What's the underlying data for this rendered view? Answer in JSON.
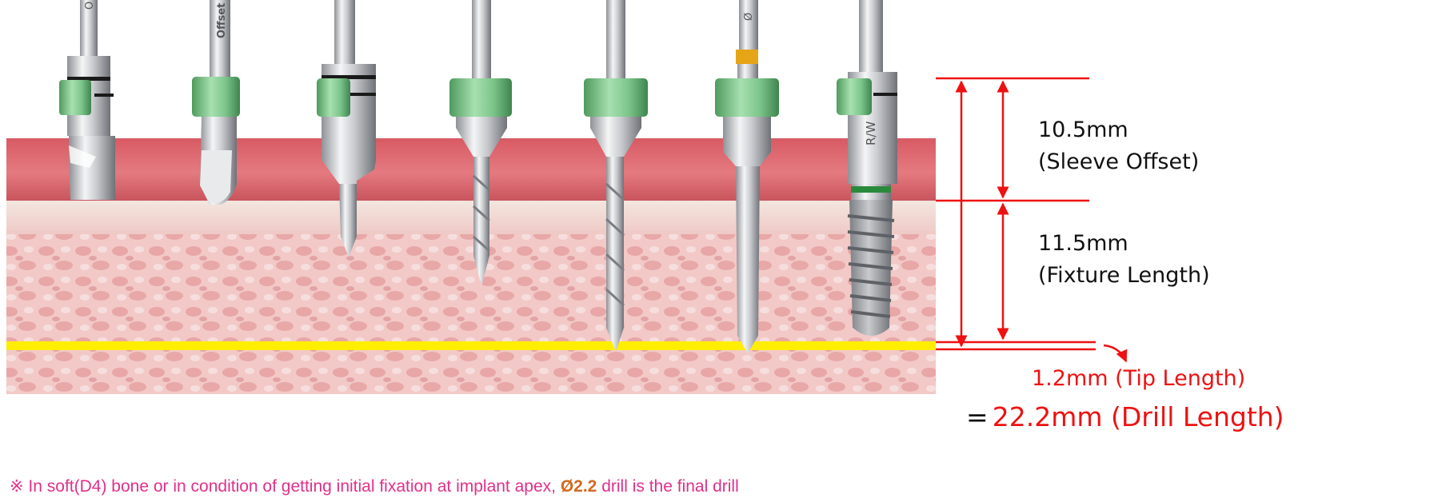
{
  "instruments": [
    {
      "name": "tissue-punch",
      "engraving": "O"
    },
    {
      "name": "offset-mill",
      "engraving": "Offset"
    },
    {
      "name": "initial-drill",
      "engraving": ""
    },
    {
      "name": "twist-drill-1",
      "engraving": ""
    },
    {
      "name": "twist-drill-2",
      "engraving": ""
    },
    {
      "name": "final-drill",
      "engraving": "Ø"
    },
    {
      "name": "implant-driver",
      "engraving": "R/W"
    }
  ],
  "dimensions": {
    "sleeve_offset": {
      "value": "10.5mm",
      "caption": "(Sleeve Offset)"
    },
    "fixture_length": {
      "value": "11.5mm",
      "caption": "(Fixture Length)"
    },
    "tip_length": "1.2mm (Tip Length)",
    "total_prefix": "=",
    "total": "22.2mm (Drill Length)"
  },
  "note": {
    "prefix": "※  In soft(D4) bone or in condition of getting initial fixation at implant apex,",
    "emphasis": "Ø2.2",
    "suffix": "drill is the final drill"
  },
  "colors": {
    "gingiva": "#d9606a",
    "bone": "#f0c8c6",
    "sleeve": "#7dc48a",
    "depth_line": "#ffee00",
    "dimension": "#ee1111",
    "note_text": "#e0308a",
    "note_emphasis": "#d2691e"
  }
}
